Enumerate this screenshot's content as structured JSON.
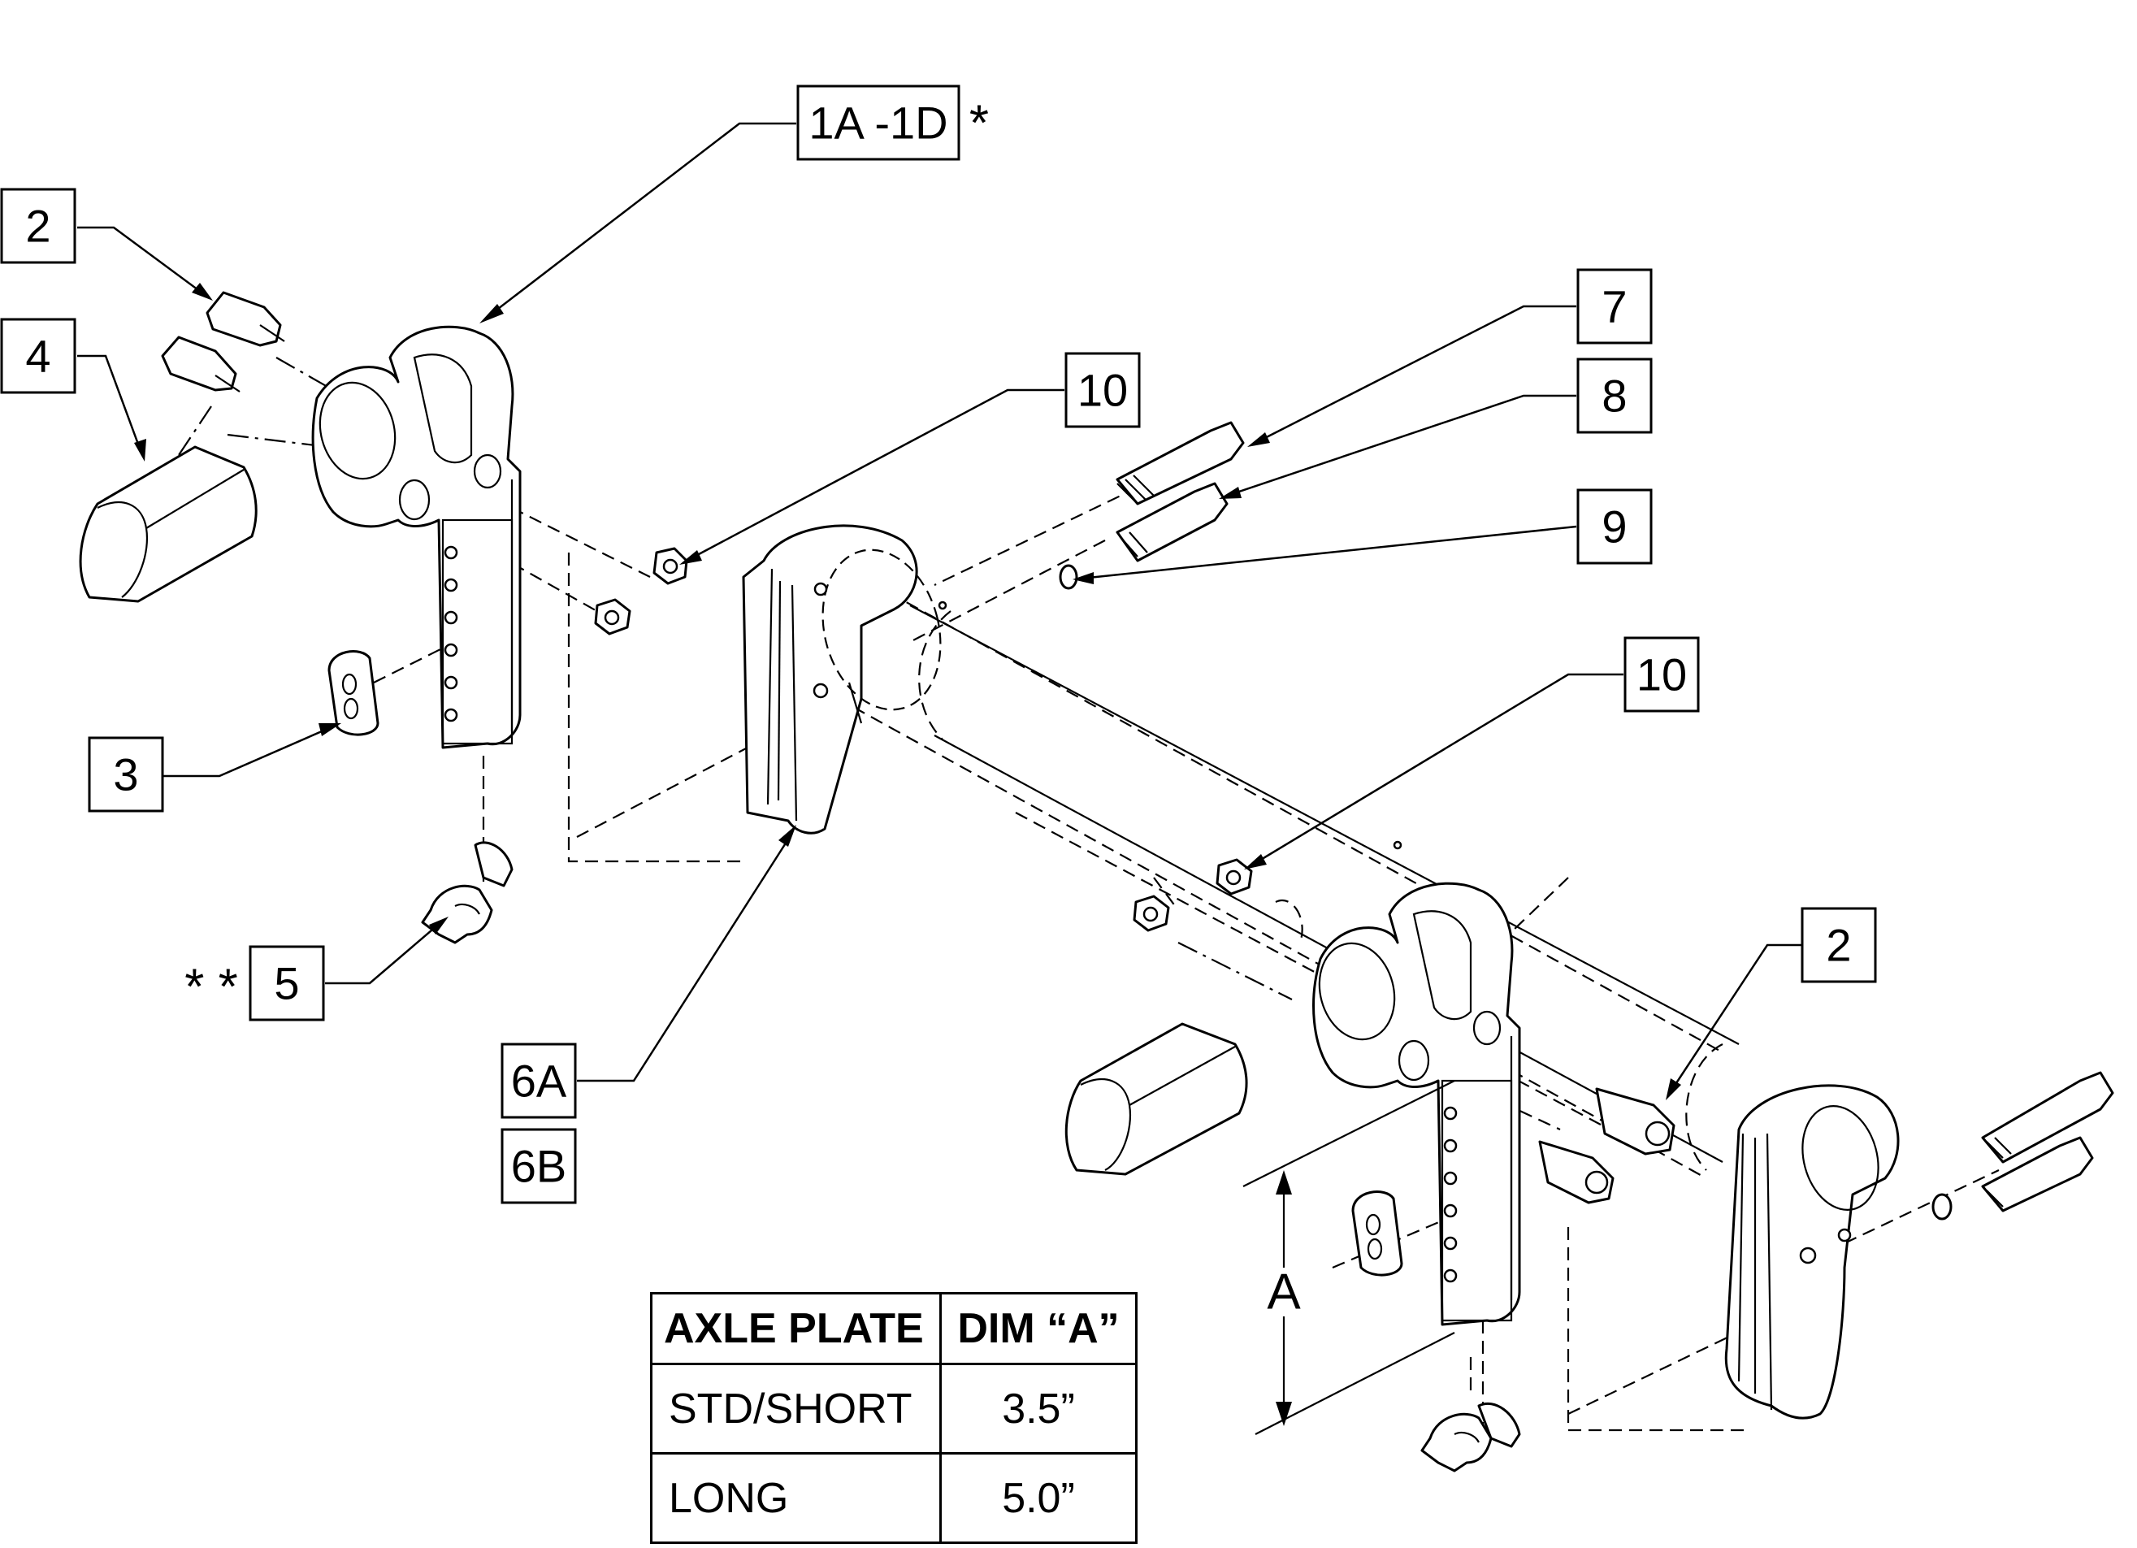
{
  "callouts": {
    "c1": "1A -1D",
    "c2_left": "2",
    "c2_right": "2",
    "c3": "3",
    "c4": "4",
    "c5": "5",
    "c6a": "6A",
    "c6b": "6B",
    "c7": "7",
    "c8": "8",
    "c9": "9",
    "c10_upper": "10",
    "c10_lower": "10"
  },
  "notes": {
    "asterisk_single": "*",
    "asterisk_double": "* *",
    "dimension_label": "A"
  },
  "table": {
    "headers": [
      "AXLE PLATE",
      "DIM “A”"
    ],
    "rows": [
      [
        "STD/SHORT",
        "3.5”"
      ],
      [
        "LONG",
        "5.0”"
      ]
    ]
  }
}
